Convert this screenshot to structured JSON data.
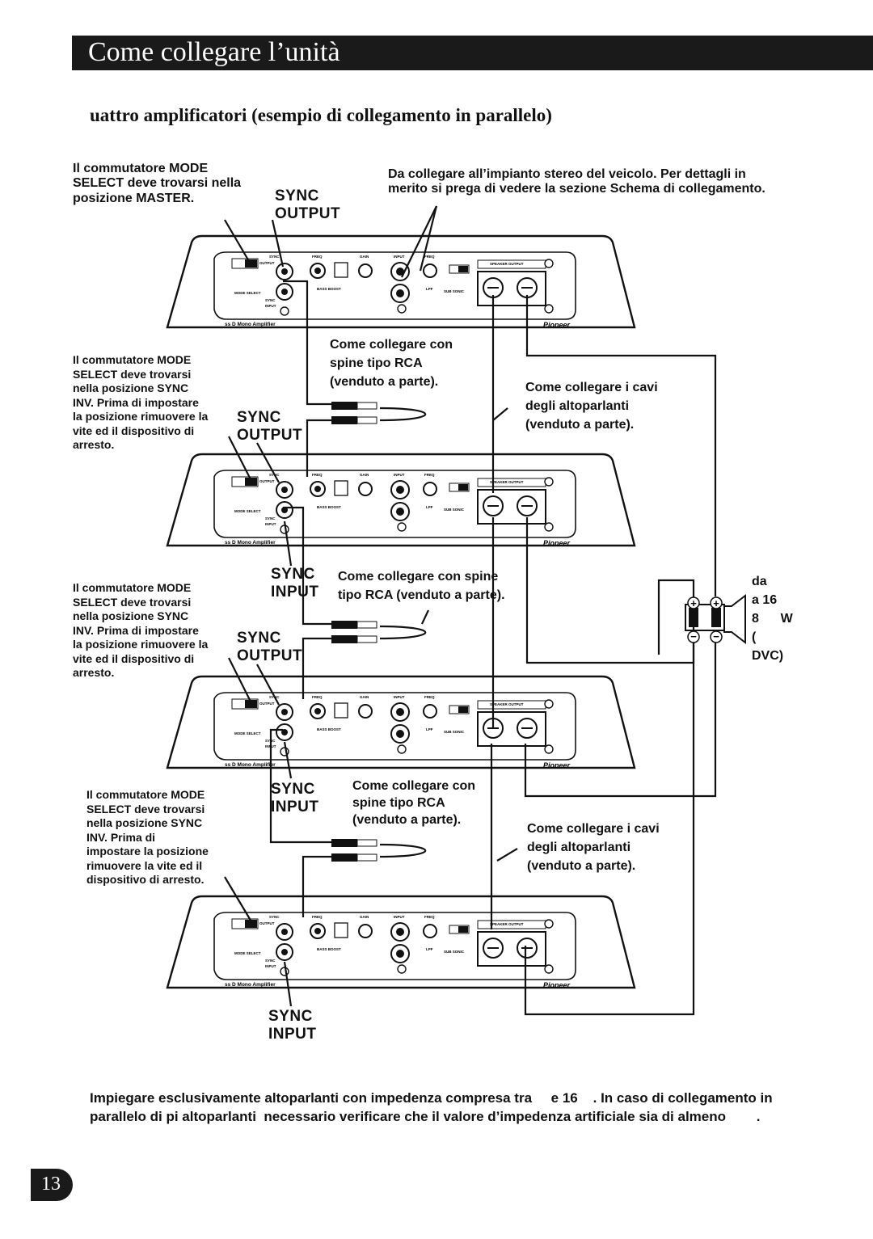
{
  "header": {
    "title": "Come collegare l’unità"
  },
  "section": {
    "title": "uattro amplificatori (esempio di collegamento in parallelo)"
  },
  "captions": {
    "master_note": "Il commutatore MODE\nSELECT deve trovarsi nella\nposizione MASTER.",
    "head_unit_note": "Da collegare all’impianto stereo del veicolo. Per dettagli in\nmerito si prega di vedere la sezione Schema di collegamento.",
    "sync_output": "SYNC\nOUTPUT",
    "sync_input": "SYNC\nINPUT",
    "rca_note_1": "Come collegare con\nspine tipo RCA\n(venduto a parte).",
    "rca_note_2": "Come collegare con spine\ntipo RCA (venduto a parte).",
    "rca_note_3": "Come collegare con\nspine tipo RCA\n(venduto a parte).",
    "speaker_cable_note": "Come collegare i cavi\ndegli altoparlanti\n(venduto a parte).",
    "sync_inv_note": "Il commutatore MODE\nSELECT deve trovarsi\nnella posizione SYNC\nINV. Prima di impostare\nla posizione rimuovere la\nvite ed il dispositivo di\narresto.",
    "sync_inv_note_last": "Il commutatore MODE\nSELECT deve trovarsi\nnella posizione SYNC\nINV. Prima di\nimpostare la posizione\nrimuovere la vite ed il\ndispositivo di arresto.",
    "speaker_spec": "da\na 16\n8      W\n(\nDVC)"
  },
  "amp_labels": {
    "sync_output": "SYNC\nOUTPUT",
    "sync_input": "SYNC\nINPUT",
    "freq": "FREQ",
    "gain": "GAIN",
    "input": "INPUT",
    "mode_select": "MODE SELECT",
    "bass_boost": "BASS BOOST",
    "lpf": "LPF",
    "sub_sonic": "SUB SONIC",
    "speaker_output": "SPEAKER OUTPUT",
    "model": "ss D Mono Amplifier",
    "brand": "Pioneer"
  },
  "footer": {
    "text": "Impiegare esclusivamente altoparlanti con impedenza compresa tra     e 16    . In caso di collegamento in\nparallelo di pi altoparlanti  necessario verificare che il valore d’impedenza artificiale sia di almeno        ."
  },
  "page": {
    "number": "13"
  }
}
